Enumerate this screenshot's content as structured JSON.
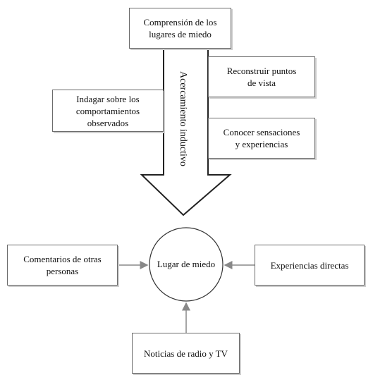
{
  "diagram": {
    "top_box": "Comprensión de los\nlugares de miedo",
    "arrow_label": "Acercamiento inductivo",
    "right_box_1": "Reconstruir puntos\nde vista",
    "left_box": "Indagar sobre los\ncomportamientos\nobservados",
    "right_box_2": "Conocer sensaciones\ny experiencias",
    "center_label": "Lugar de miedo",
    "left_bottom_box": "Comentarios de otras\npersonas",
    "right_bottom_box": "Experiencias directas",
    "bottom_box": "Noticias de radio y TV"
  }
}
